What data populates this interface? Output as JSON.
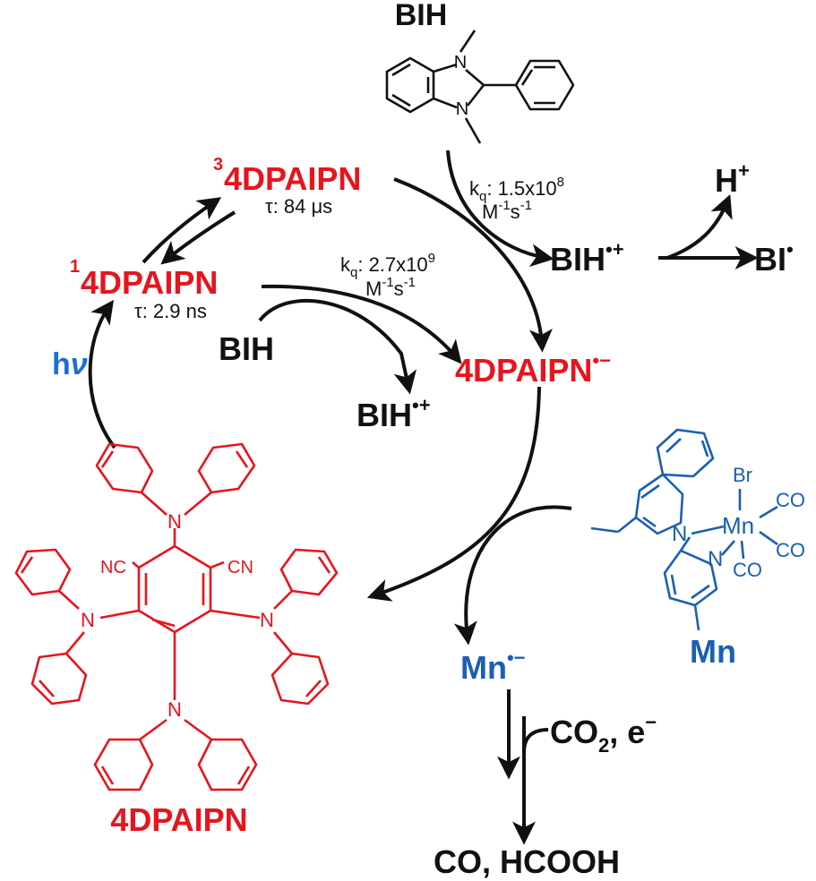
{
  "colors": {
    "photocatalyst": "#e8141c",
    "catalyst": "#1a5fb4",
    "text": "#111111",
    "light": "#1a6fd8"
  },
  "bih_top": {
    "label": "BIH",
    "n_upper": "N",
    "n_lower": "N"
  },
  "triplet": {
    "sup": "3",
    "label": "4DPAIPN",
    "lifetime": "τ: 84 μs"
  },
  "singlet": {
    "sup": "1",
    "label": "4DPAIPN",
    "lifetime": "τ: 2.9 ns"
  },
  "kq_triplet": {
    "k": "k",
    "sub": "q",
    "colon": ": 1.5x10",
    "exp": "8",
    "units_m": "M",
    "units_m_exp": "-1",
    "units_s": "s",
    "units_s_exp": "-1"
  },
  "kq_singlet": {
    "k": "k",
    "sub": "q",
    "colon": ": 2.7x10",
    "exp": "9",
    "units_m": "M",
    "units_m_exp": "-1",
    "units_s": "s",
    "units_s_exp": "-1"
  },
  "bih_radical_right": {
    "label": "BIH",
    "sup": "•+"
  },
  "proton": {
    "label": "H",
    "sup": "+"
  },
  "bi_radical": {
    "label": "BI",
    "sup": "•"
  },
  "bih_quencher": {
    "label": "BIH"
  },
  "bih_radical_bottom": {
    "label": "BIH",
    "sup": "•+"
  },
  "radical_anion": {
    "label": "4DPAIPN",
    "sup": "•−"
  },
  "light": {
    "h": "h",
    "v": "ν"
  },
  "catalyst": {
    "label": "Mn",
    "metal": "Mn",
    "br": "Br",
    "co1": "CO",
    "co2": "CO",
    "co3": "CO",
    "n1": "N",
    "n2": "N"
  },
  "reduced_catalyst": {
    "label": "Mn",
    "sup": "•−"
  },
  "co2_reagent": {
    "label": "CO",
    "sub": "2",
    "rest": ", e",
    "sup": "−"
  },
  "products": {
    "label": "CO, HCOOH"
  },
  "photocatalyst_structure": {
    "label": "4DPAIPN",
    "cn1": "NC",
    "cn2": "CN",
    "n_top": "N",
    "n_left": "N",
    "n_right": "N",
    "n_bottom": "N"
  }
}
